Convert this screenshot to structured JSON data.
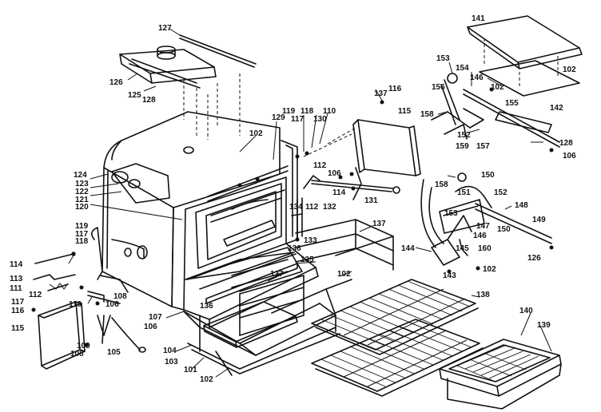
{
  "callouts": [
    {
      "id": "c127a",
      "text": "127"
    },
    {
      "id": "c126",
      "text": "126"
    },
    {
      "id": "c125",
      "text": "125"
    },
    {
      "id": "c128a",
      "text": "128"
    },
    {
      "id": "c129",
      "text": "129"
    },
    {
      "id": "c102a",
      "text": "102"
    },
    {
      "id": "c119a",
      "text": "119"
    },
    {
      "id": "c118a",
      "text": "118"
    },
    {
      "id": "c117a",
      "text": "117"
    },
    {
      "id": "c130",
      "text": "130"
    },
    {
      "id": "c110a",
      "text": "110"
    },
    {
      "id": "c116a",
      "text": "116"
    },
    {
      "id": "c115a",
      "text": "115"
    },
    {
      "id": "c137a",
      "text": "137"
    },
    {
      "id": "c141",
      "text": "141"
    },
    {
      "id": "c153a",
      "text": "153"
    },
    {
      "id": "c154",
      "text": "154"
    },
    {
      "id": "c146a",
      "text": "146"
    },
    {
      "id": "c102b",
      "text": "102"
    },
    {
      "id": "c102c",
      "text": "102"
    },
    {
      "id": "c142",
      "text": "142"
    },
    {
      "id": "c156",
      "text": "156"
    },
    {
      "id": "c155",
      "text": "155"
    },
    {
      "id": "c158a",
      "text": "158"
    },
    {
      "id": "c152a",
      "text": "152"
    },
    {
      "id": "c157",
      "text": "157"
    },
    {
      "id": "c159",
      "text": "159"
    },
    {
      "id": "c128b",
      "text": "128"
    },
    {
      "id": "c106a",
      "text": "106"
    },
    {
      "id": "c124",
      "text": "124"
    },
    {
      "id": "c123",
      "text": "123"
    },
    {
      "id": "c122",
      "text": "122"
    },
    {
      "id": "c121",
      "text": "121"
    },
    {
      "id": "c120",
      "text": "120"
    },
    {
      "id": "c112a",
      "text": "112"
    },
    {
      "id": "c106b",
      "text": "106"
    },
    {
      "id": "c114a",
      "text": "114"
    },
    {
      "id": "c134",
      "text": "134"
    },
    {
      "id": "c112b",
      "text": "112"
    },
    {
      "id": "c132",
      "text": "132"
    },
    {
      "id": "c131",
      "text": "131"
    },
    {
      "id": "c150a",
      "text": "150"
    },
    {
      "id": "c158b",
      "text": "158"
    },
    {
      "id": "c151",
      "text": "151"
    },
    {
      "id": "c152b",
      "text": "152"
    },
    {
      "id": "c148",
      "text": "148"
    },
    {
      "id": "c153b",
      "text": "153"
    },
    {
      "id": "c147",
      "text": "147"
    },
    {
      "id": "c149",
      "text": "149"
    },
    {
      "id": "c150b",
      "text": "150"
    },
    {
      "id": "c146b",
      "text": "146"
    },
    {
      "id": "c126b",
      "text": "126"
    },
    {
      "id": "c119b",
      "text": "119"
    },
    {
      "id": "c117b",
      "text": "117"
    },
    {
      "id": "c118b",
      "text": "118"
    },
    {
      "id": "c133",
      "text": "133"
    },
    {
      "id": "c137b",
      "text": "137"
    },
    {
      "id": "c136a",
      "text": "136"
    },
    {
      "id": "c135",
      "text": "135"
    },
    {
      "id": "c144",
      "text": "144"
    },
    {
      "id": "c145",
      "text": "145"
    },
    {
      "id": "c160",
      "text": "160"
    },
    {
      "id": "c143",
      "text": "143"
    },
    {
      "id": "c102d",
      "text": "102"
    },
    {
      "id": "c114b",
      "text": "114"
    },
    {
      "id": "c113",
      "text": "113"
    },
    {
      "id": "c111",
      "text": "111"
    },
    {
      "id": "c112c",
      "text": "112"
    },
    {
      "id": "c110b",
      "text": "110"
    },
    {
      "id": "c108a",
      "text": "108"
    },
    {
      "id": "c106c",
      "text": "106"
    },
    {
      "id": "c117c",
      "text": "117"
    },
    {
      "id": "c116b",
      "text": "116"
    },
    {
      "id": "c115b",
      "text": "115"
    },
    {
      "id": "c109",
      "text": "109"
    },
    {
      "id": "c108b",
      "text": "108"
    },
    {
      "id": "c105",
      "text": "105"
    },
    {
      "id": "c107",
      "text": "107"
    },
    {
      "id": "c106d",
      "text": "106"
    },
    {
      "id": "c136b",
      "text": "136"
    },
    {
      "id": "c137c",
      "text": "137"
    },
    {
      "id": "c102e",
      "text": "102"
    },
    {
      "id": "c104",
      "text": "104"
    },
    {
      "id": "c103",
      "text": "103"
    },
    {
      "id": "c101",
      "text": "101"
    },
    {
      "id": "c102f",
      "text": "102"
    },
    {
      "id": "c138",
      "text": "138"
    },
    {
      "id": "c140",
      "text": "140"
    },
    {
      "id": "c139",
      "text": "139"
    }
  ]
}
